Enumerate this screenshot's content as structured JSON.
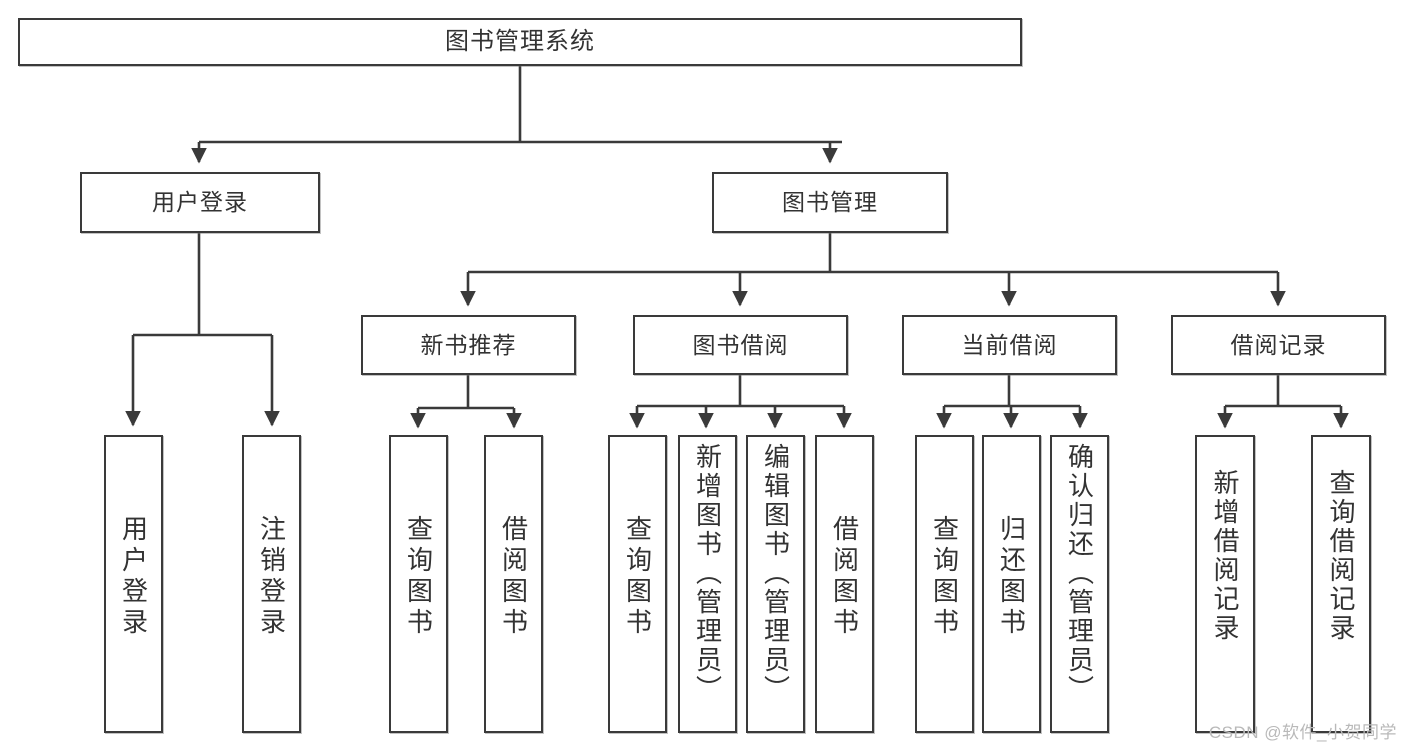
{
  "diagram": {
    "title": "图书管理系统",
    "type": "tree",
    "watermark": "CSDN @软件_小贺同学",
    "colors": {
      "border": "#3a3a3a",
      "text": "#333333",
      "background": "#ffffff",
      "watermark": "#b9b9b9"
    },
    "nodes": {
      "root": {
        "label": "图书管理系统"
      },
      "level1": [
        {
          "id": "user-login",
          "label": "用户登录"
        },
        {
          "id": "book-manage",
          "label": "图书管理"
        }
      ],
      "level2": [
        {
          "id": "new-book-recommend",
          "label": "新书推荐"
        },
        {
          "id": "book-borrow",
          "label": "图书借阅"
        },
        {
          "id": "current-borrow",
          "label": "当前借阅"
        },
        {
          "id": "borrow-record",
          "label": "借阅记录"
        }
      ],
      "leaves": {
        "user_login": [
          {
            "id": "leaf-user-login",
            "label": "用户登录"
          },
          {
            "id": "leaf-logout",
            "label": "注销登录"
          }
        ],
        "new_book_recommend": [
          {
            "id": "leaf-query-book-1",
            "label": "查询图书"
          },
          {
            "id": "leaf-borrow-book-1",
            "label": "借阅图书"
          }
        ],
        "book_borrow": [
          {
            "id": "leaf-query-book-2",
            "label": "查询图书"
          },
          {
            "id": "leaf-add-book",
            "label": "新增图书（管理员）"
          },
          {
            "id": "leaf-edit-book",
            "label": "编辑图书（管理员）"
          },
          {
            "id": "leaf-borrow-book-2",
            "label": "借阅图书"
          }
        ],
        "current_borrow": [
          {
            "id": "leaf-query-book-3",
            "label": "查询图书"
          },
          {
            "id": "leaf-return-book",
            "label": "归还图书"
          },
          {
            "id": "leaf-confirm-return",
            "label": "确认归还（管理员）"
          }
        ],
        "borrow_record": [
          {
            "id": "leaf-add-record",
            "label": "新增借阅记录"
          },
          {
            "id": "leaf-query-record",
            "label": "查询借阅记录"
          }
        ]
      }
    }
  }
}
